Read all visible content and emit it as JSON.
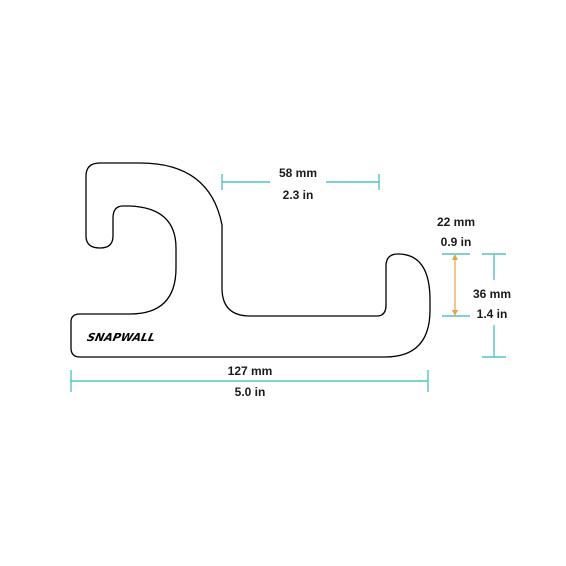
{
  "diagram": {
    "logo_text": "SNAPWALL",
    "colors": {
      "outline": "#000000",
      "dimension_line": "#4fc6c4",
      "small_dimension_line": "#e6a43c",
      "text": "#1a1a1a"
    },
    "dimensions": {
      "top_width": {
        "mm": "58 mm",
        "in": "2.3 in"
      },
      "hook_opening": {
        "mm": "22 mm",
        "in": "0.9 in"
      },
      "hook_height": {
        "mm": "36 mm",
        "in": "1.4 in"
      },
      "total_width": {
        "mm": "127 mm",
        "in": "5.0 in"
      }
    }
  }
}
